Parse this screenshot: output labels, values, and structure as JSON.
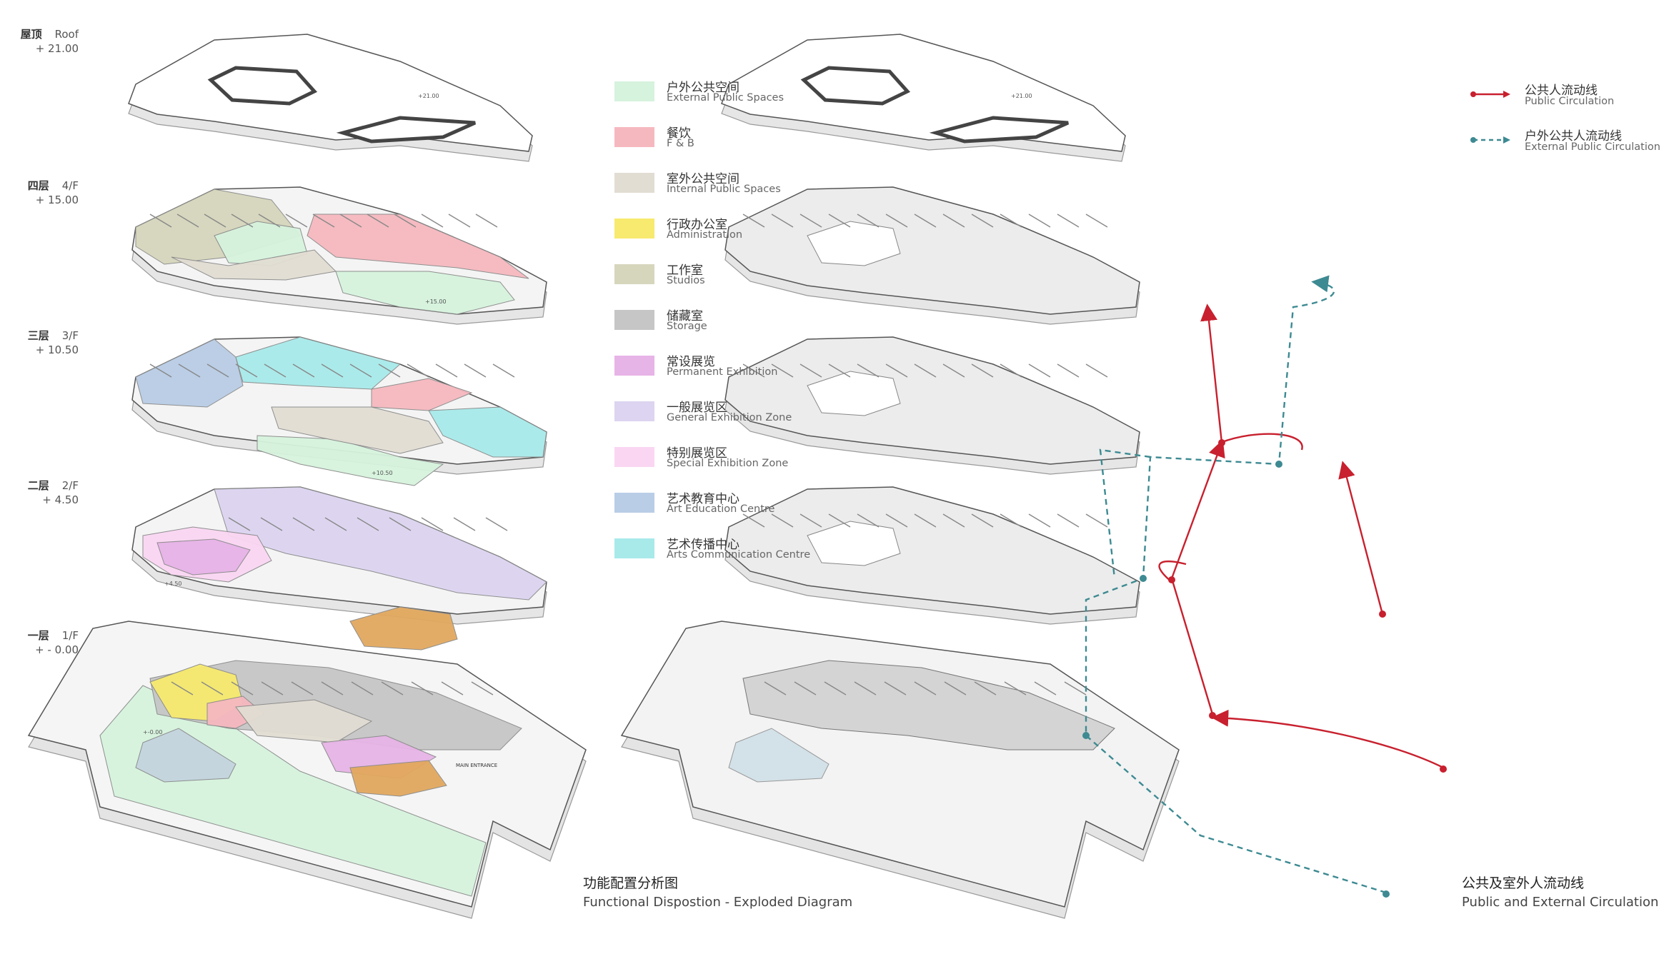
{
  "levels": [
    {
      "cn": "屋顶",
      "en": "Roof",
      "elev": "+ 21.00"
    },
    {
      "cn": "四层",
      "en": "4/F",
      "elev": "+ 15.00"
    },
    {
      "cn": "三层",
      "en": "3/F",
      "elev": "+ 10.50"
    },
    {
      "cn": "二层",
      "en": "2/F",
      "elev": "+ 4.50"
    },
    {
      "cn": "一层",
      "en": "1/F",
      "elev": "+ - 0.00"
    }
  ],
  "legend": [
    {
      "cn": "户外公共空间",
      "en": "External Public Spaces",
      "color": "#d6f3dd"
    },
    {
      "cn": "餐饮",
      "en": "F & B",
      "color": "#f6b8bf"
    },
    {
      "cn": "室外公共空间",
      "en": "Internal Public Spaces",
      "color": "#e2ddd3"
    },
    {
      "cn": "行政办公室",
      "en": "Administration",
      "color": "#f7ea6e"
    },
    {
      "cn": "工作室",
      "en": "Studios",
      "color": "#d6d6bd"
    },
    {
      "cn": "储藏室",
      "en": "Storage",
      "color": "#c6c6c6"
    },
    {
      "cn": "常设展览",
      "en": "Permanent Exhibition",
      "color": "#e7b4e7"
    },
    {
      "cn": "一般展览区",
      "en": "General Exhibition Zone",
      "color": "#dcd4f0"
    },
    {
      "cn": "特别展览区",
      "en": "Special Exhibition Zone",
      "color": "#fad6f2"
    },
    {
      "cn": "艺术教育中心",
      "en": "Art Education Centre",
      "color": "#b9cde6"
    },
    {
      "cn": "艺术传播中心",
      "en": "Arts Communication Centre",
      "color": "#a8eaea"
    }
  ],
  "circulation_legend": [
    {
      "cn": "公共人流动线",
      "en": "Public Circulation",
      "color": "#c8202e",
      "style": "solid"
    },
    {
      "cn": "户外公共人流动线",
      "en": "External Public Circulation",
      "color": "#3d8a92",
      "style": "dashed"
    }
  ],
  "captions": {
    "left": {
      "cn": "功能配置分析图",
      "en": "Functional Dispostion - Exploded Diagram"
    },
    "right": {
      "cn": "公共及室外人流动线",
      "en": "Public and External Circulation"
    }
  },
  "plan_labels": {
    "roof_level": "+21.00",
    "f4_level": "+15.00",
    "f3_level": "+10.50",
    "f2_level": "+4.50",
    "f1_level": "+-0.00",
    "main_entrance": "MAIN ENTRANCE"
  }
}
